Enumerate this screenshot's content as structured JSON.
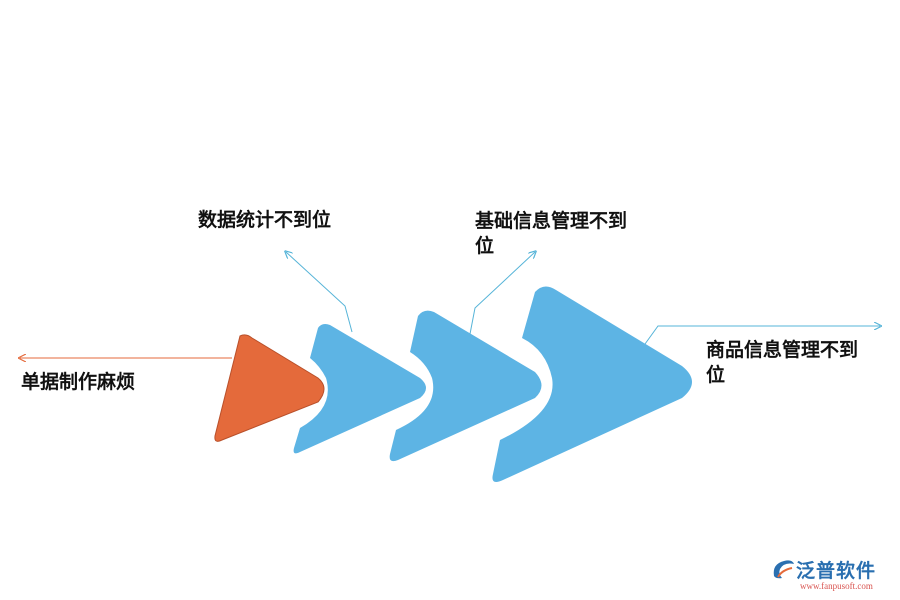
{
  "labels": {
    "left": "单据制作麻烦",
    "stat": "数据统计不到位",
    "basic": "基础信息管理不到位",
    "goods": "商品信息管理不到位"
  },
  "logo": {
    "name": "泛普软件",
    "url": "www.fanpusoft.com"
  },
  "colors": {
    "orange": "#e46a3b",
    "blue": "#5db4e4",
    "line": "#56b4d8",
    "left_line": "#e46a3b"
  },
  "icons": [
    "fanpu-logo-icon"
  ]
}
